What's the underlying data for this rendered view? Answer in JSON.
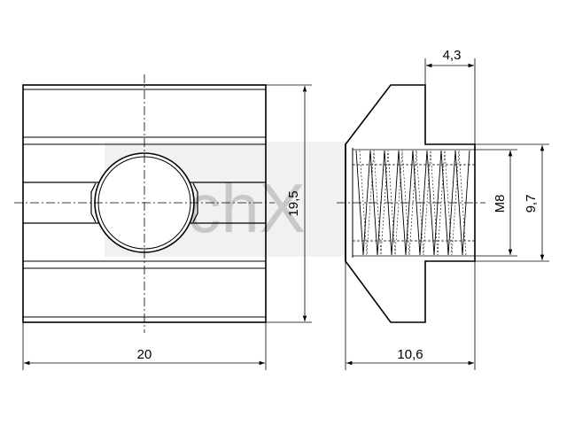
{
  "dimensions": {
    "width_front": "20",
    "height_front": "19,5",
    "width_side": "10,6",
    "top_offset": "4,3",
    "thread": "M8",
    "thread_height": "9,7"
  },
  "watermark": {
    "text": "TechX",
    "color": "#c8c8c8"
  },
  "colors": {
    "line": "#000000",
    "background": "#ffffff"
  }
}
